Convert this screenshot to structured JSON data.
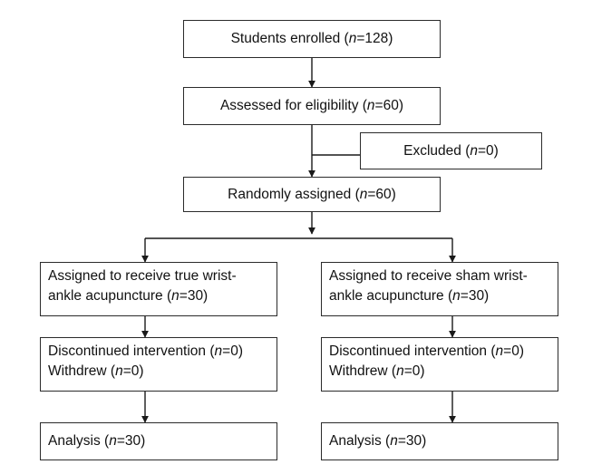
{
  "diagram": {
    "enrolled": {
      "prefix": "Students enrolled (",
      "n": "n",
      "suffix": "=128)"
    },
    "eligibility": {
      "prefix": "Assessed for eligibility (",
      "n": "n",
      "suffix": "=60)"
    },
    "excluded": {
      "prefix": "Excluded (",
      "n": "n",
      "suffix": "=0)"
    },
    "randomized": {
      "prefix": "Randomly assigned (",
      "n": "n",
      "suffix": "=60)"
    },
    "left_arm": {
      "assigned_line1": "Assigned to receive true wrist-",
      "assigned_line2_prefix": "ankle acupuncture (",
      "assigned_line2_n": "n",
      "assigned_line2_suffix": "=30)",
      "discontinued_prefix": "Discontinued intervention (",
      "discontinued_n": "n",
      "discontinued_suffix": "=0)",
      "withdrew_prefix": "Withdrew (",
      "withdrew_n": "n",
      "withdrew_suffix": "=0)",
      "analysis_prefix": "Analysis (",
      "analysis_n": "n",
      "analysis_suffix": "=30)"
    },
    "right_arm": {
      "assigned_line1": "Assigned to receive sham wrist-",
      "assigned_line2_prefix": "ankle acupuncture (",
      "assigned_line2_n": "n",
      "assigned_line2_suffix": "=30)",
      "discontinued_prefix": "Discontinued intervention (",
      "discontinued_n": "n",
      "discontinued_suffix": "=0)",
      "withdrew_prefix": "Withdrew (",
      "withdrew_n": "n",
      "withdrew_suffix": "=0)",
      "analysis_prefix": "Analysis (",
      "analysis_n": "n",
      "analysis_suffix": "=30)"
    }
  }
}
